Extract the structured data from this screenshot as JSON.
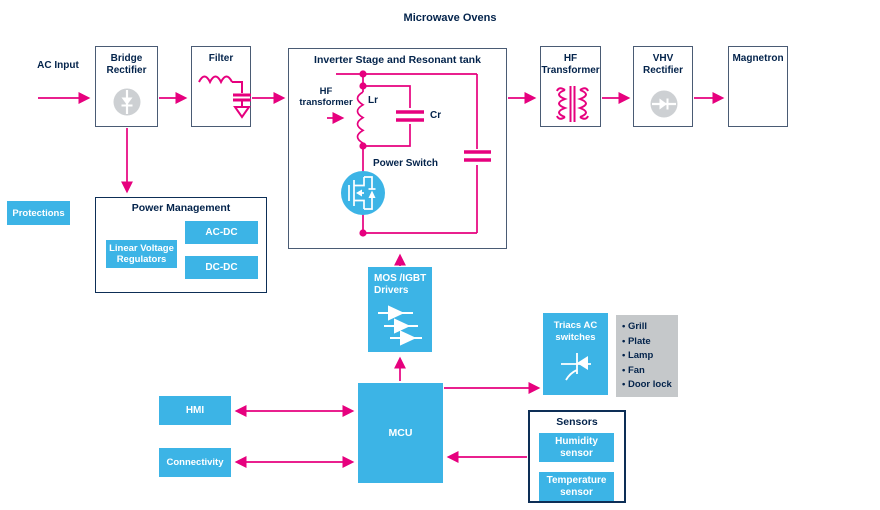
{
  "title": "Microwave Ovens",
  "colors": {
    "accent_blue": "#3cb4e6",
    "accent_pink": "#e6007e",
    "navy": "#03234b",
    "loads_gray": "#c5c8ca",
    "icon_gray": "#cdd0d3"
  },
  "blocks": {
    "ac_input": "AC Input",
    "bridge_rectifier": "Bridge Rectifier",
    "filter": "Filter",
    "inverter": "Inverter Stage and Resonant tank",
    "hf_transformer_inline": "HF transformer",
    "lr": "Lr",
    "cr": "Cr",
    "power_switch": "Power Switch",
    "hf_transformer": "HF Transformer",
    "vhv_rectifier": "VHV Rectifier",
    "magnetron": "Magnetron",
    "protections": "Protections",
    "power_management": "Power Management",
    "linear_voltage_regulators": "Linear Voltage Regulators",
    "ac_dc": "AC-DC",
    "dc_dc": "DC-DC",
    "mos_igbt_drivers": "MOS /IGBT Drivers",
    "triacs_ac_switches": "Triacs AC switches",
    "hmi": "HMI",
    "connectivity": "Connectivity",
    "mcu": "MCU",
    "sensors": "Sensors",
    "humidity_sensor": "Humidity sensor",
    "temperature_sensor": "Temperature sensor"
  },
  "loads": [
    "Grill",
    "Plate",
    "Lamp",
    "Fan",
    "Door lock"
  ]
}
